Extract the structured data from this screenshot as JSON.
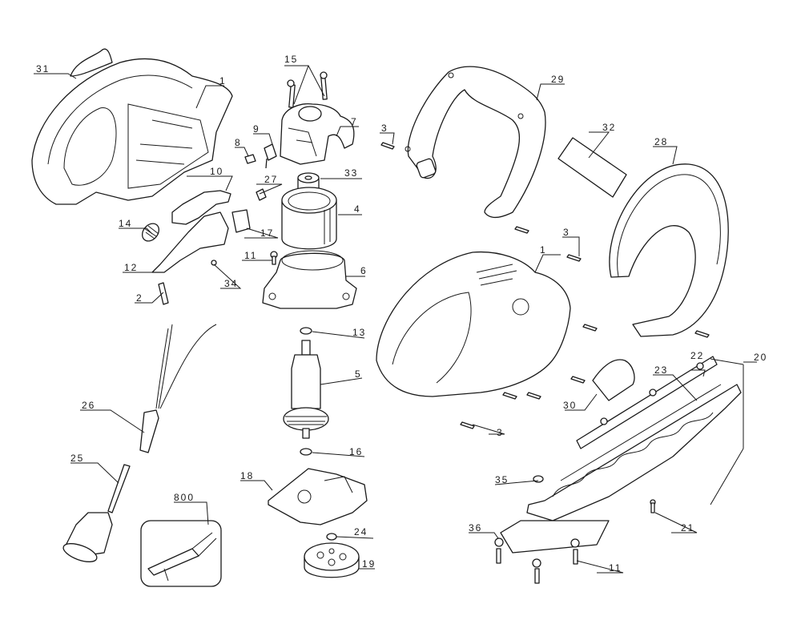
{
  "diagram": {
    "type": "exploded-parts-view",
    "line_color": "#1a1a1a",
    "background": "#ffffff",
    "callouts": [
      {
        "id": "c31",
        "label": "31",
        "part": "label-decal"
      },
      {
        "id": "c1a",
        "label": "1",
        "part": "housing-left"
      },
      {
        "id": "c15",
        "label": "15",
        "part": "screws"
      },
      {
        "id": "c9",
        "label": "9",
        "part": "terminal"
      },
      {
        "id": "c7",
        "label": "7",
        "part": "brush-holder"
      },
      {
        "id": "c8",
        "label": "8",
        "part": "brush"
      },
      {
        "id": "c10",
        "label": "10",
        "part": "lock-off-button"
      },
      {
        "id": "c27",
        "label": "27",
        "part": "connector"
      },
      {
        "id": "c33",
        "label": "33",
        "part": "bearing"
      },
      {
        "id": "c4",
        "label": "4",
        "part": "field-stator"
      },
      {
        "id": "c14",
        "label": "14",
        "part": "spring"
      },
      {
        "id": "c17",
        "label": "17",
        "part": "switch"
      },
      {
        "id": "c11a",
        "label": "11",
        "part": "screw"
      },
      {
        "id": "c12",
        "label": "12",
        "part": "trigger"
      },
      {
        "id": "c34",
        "label": "34",
        "part": "screw"
      },
      {
        "id": "c6",
        "label": "6",
        "part": "motor-housing"
      },
      {
        "id": "c2",
        "label": "2",
        "part": "spring"
      },
      {
        "id": "c13",
        "label": "13",
        "part": "washer"
      },
      {
        "id": "c5",
        "label": "5",
        "part": "armature"
      },
      {
        "id": "c26",
        "label": "26",
        "part": "cord-guard-leads"
      },
      {
        "id": "c16",
        "label": "16",
        "part": "washer"
      },
      {
        "id": "c25",
        "label": "25",
        "part": "cord"
      },
      {
        "id": "c18",
        "label": "18",
        "part": "gear-case"
      },
      {
        "id": "c800",
        "label": "800",
        "part": "cord-retainer"
      },
      {
        "id": "c24",
        "label": "24",
        "part": "washer"
      },
      {
        "id": "c19",
        "label": "19",
        "part": "gear"
      },
      {
        "id": "c29",
        "label": "29",
        "part": "front-handle"
      },
      {
        "id": "c3a",
        "label": "3",
        "part": "screw"
      },
      {
        "id": "c32",
        "label": "32",
        "part": "label"
      },
      {
        "id": "c28",
        "label": "28",
        "part": "guard"
      },
      {
        "id": "c3b",
        "label": "3",
        "part": "screw"
      },
      {
        "id": "c1b",
        "label": "1",
        "part": "housing-right"
      },
      {
        "id": "c20",
        "label": "20",
        "part": "blade-assembly"
      },
      {
        "id": "c22",
        "label": "22",
        "part": "nut"
      },
      {
        "id": "c23",
        "label": "23",
        "part": "nut"
      },
      {
        "id": "c30",
        "label": "30",
        "part": "label-decal"
      },
      {
        "id": "c3c",
        "label": "3",
        "part": "screw"
      },
      {
        "id": "c35",
        "label": "35",
        "part": "washer"
      },
      {
        "id": "c21",
        "label": "21",
        "part": "screw"
      },
      {
        "id": "c36",
        "label": "36",
        "part": "nut"
      },
      {
        "id": "c11b",
        "label": "11",
        "part": "screw"
      }
    ]
  }
}
